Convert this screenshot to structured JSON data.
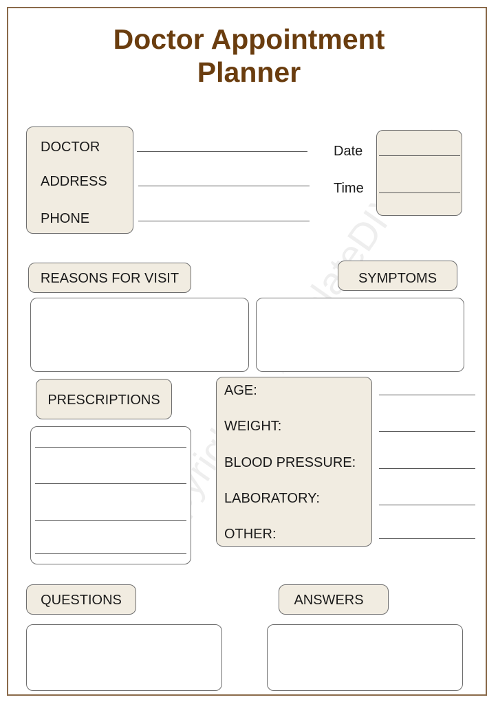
{
  "title": {
    "line1": "Doctor Appointment",
    "line2": "Planner"
  },
  "doctor_info": {
    "doctor_label": "DOCTOR",
    "address_label": "ADDRESS",
    "phone_label": "PHONE"
  },
  "datetime": {
    "date_label": "Date",
    "time_label": "Time"
  },
  "sections": {
    "reasons": "REASONS FOR VISIT",
    "symptoms": "SYMPTOMS",
    "prescriptions": "PRESCRIPTIONS",
    "questions": "QUESTIONS",
    "answers": "ANSWERS"
  },
  "vitals": {
    "age": "AGE:",
    "weight": "WEIGHT:",
    "blood_pressure": "BLOOD PRESSURE:",
    "laboratory": "LABORATORY:",
    "other": "OTHER:"
  },
  "watermark": "Copyright © TemplateDIY.com",
  "colors": {
    "title": "#6a3d0f",
    "box_fill": "#f1ece1",
    "border": "#8a6a4a"
  }
}
